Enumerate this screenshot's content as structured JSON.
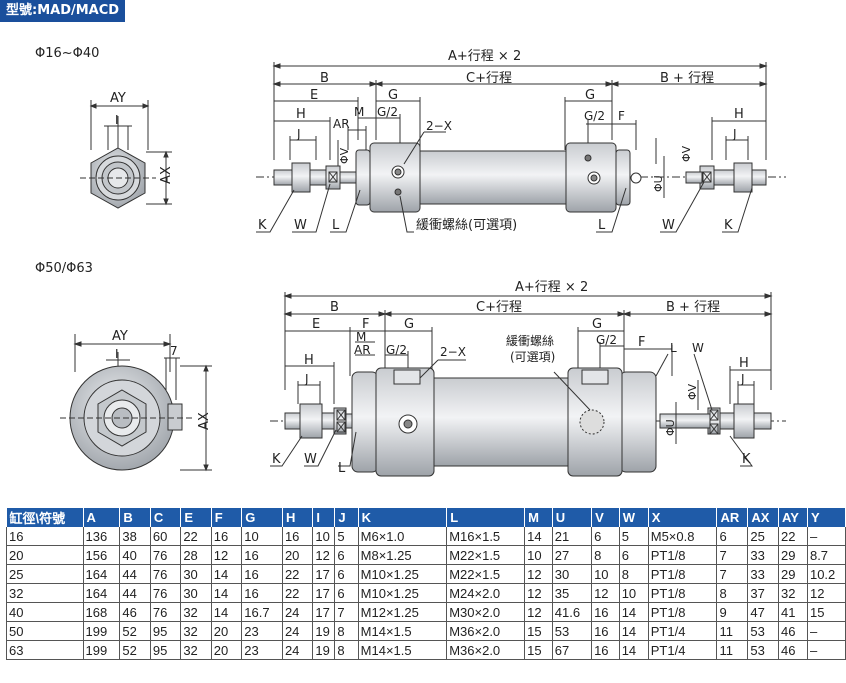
{
  "header": {
    "title": "型號:MAD/MACD"
  },
  "section1": {
    "label": "Φ16~Φ40",
    "end": {
      "ay": "AY",
      "i": "I",
      "ax": "AX"
    },
    "side": {
      "overall": "A+行程 × 2",
      "b": "B",
      "c": "C+行程",
      "b_stroke": "B + 行程",
      "e": "E",
      "g": "G",
      "g2": "G/2",
      "m": "M",
      "h": "H",
      "ar": "AR",
      "f": "F",
      "x": "2−X",
      "j": "J",
      "v": "ΦV",
      "u": "ΦU",
      "k": "K",
      "w": "W",
      "l": "L",
      "cushion": "緩衝螺絲(可選項)"
    }
  },
  "section2": {
    "label": "Φ50/Φ63",
    "end": {
      "ay": "AY",
      "i": "I",
      "y": "7",
      "ax": "AX"
    },
    "side": {
      "overall": "A+行程 × 2",
      "b": "B",
      "c": "C+行程",
      "b_stroke": "B + 行程",
      "e": "E",
      "f": "F",
      "g": "G",
      "g2": "G/2",
      "m": "M",
      "ar": "AR",
      "h": "H",
      "j": "J",
      "x": "2−X",
      "v": "ΦV",
      "u": "ΦU",
      "k": "K",
      "w": "W",
      "l": "L",
      "cushion1": "緩衝螺絲",
      "cushion2": "(可選項)"
    }
  },
  "table": {
    "headers": [
      "缸徑\\符號",
      "A",
      "B",
      "C",
      "E",
      "F",
      "G",
      "H",
      "I",
      "J",
      "K",
      "L",
      "M",
      "U",
      "V",
      "W",
      "X",
      "AR",
      "AX",
      "AY",
      "Y"
    ],
    "rows": [
      [
        "16",
        "136",
        "38",
        "60",
        "22",
        "16",
        "10",
        "16",
        "10",
        "5",
        "M6×1.0",
        "M16×1.5",
        "14",
        "21",
        "6",
        "5",
        "M5×0.8",
        "6",
        "25",
        "22",
        "–"
      ],
      [
        "20",
        "156",
        "40",
        "76",
        "28",
        "12",
        "16",
        "20",
        "12",
        "6",
        "M8×1.25",
        "M22×1.5",
        "10",
        "27",
        "8",
        "6",
        "PT1/8",
        "7",
        "33",
        "29",
        "8.7"
      ],
      [
        "25",
        "164",
        "44",
        "76",
        "30",
        "14",
        "16",
        "22",
        "17",
        "6",
        "M10×1.25",
        "M22×1.5",
        "12",
        "30",
        "10",
        "8",
        "PT1/8",
        "7",
        "33",
        "29",
        "10.2"
      ],
      [
        "32",
        "164",
        "44",
        "76",
        "30",
        "14",
        "16",
        "22",
        "17",
        "6",
        "M10×1.25",
        "M24×2.0",
        "12",
        "35",
        "12",
        "10",
        "PT1/8",
        "8",
        "37",
        "32",
        "12"
      ],
      [
        "40",
        "168",
        "46",
        "76",
        "32",
        "14",
        "16.7",
        "24",
        "17",
        "7",
        "M12×1.25",
        "M30×2.0",
        "12",
        "41.6",
        "16",
        "14",
        "PT1/8",
        "9",
        "47",
        "41",
        "15"
      ],
      [
        "50",
        "199",
        "52",
        "95",
        "32",
        "20",
        "23",
        "24",
        "19",
        "8",
        "M14×1.5",
        "M36×2.0",
        "15",
        "53",
        "16",
        "14",
        "PT1/4",
        "11",
        "53",
        "46",
        "–"
      ],
      [
        "63",
        "199",
        "52",
        "95",
        "32",
        "20",
        "23",
        "24",
        "19",
        "8",
        "M14×1.5",
        "M36×2.0",
        "15",
        "67",
        "16",
        "14",
        "PT1/4",
        "11",
        "53",
        "46",
        "–"
      ]
    ]
  }
}
